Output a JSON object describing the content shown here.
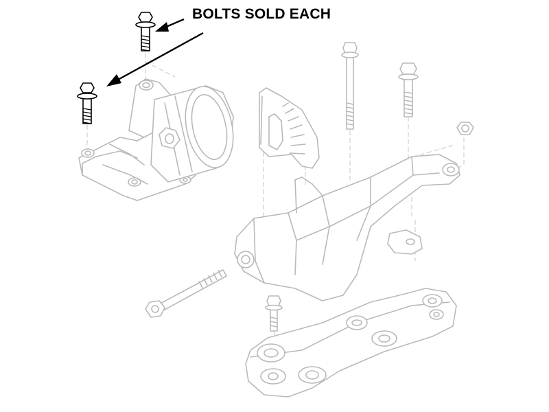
{
  "callout": {
    "text": "BOLTS SOLD EACH"
  },
  "colors": {
    "highlight": "#000000",
    "part_outline": "#b9b9b9",
    "background": "#ffffff"
  },
  "parts": [
    {
      "name": "engine-mount-bracket",
      "highlighted": false
    },
    {
      "name": "mount-bolt-upper",
      "highlighted": true
    },
    {
      "name": "mount-bolt-lower",
      "highlighted": true
    },
    {
      "name": "long-bolt-top",
      "highlighted": false
    },
    {
      "name": "stud-bolt-right",
      "highlighted": false
    },
    {
      "name": "flange-nut",
      "highlighted": false
    },
    {
      "name": "heat-shield-plate",
      "highlighted": false
    },
    {
      "name": "mount-arm-bracket",
      "highlighted": false
    },
    {
      "name": "through-bolt",
      "highlighted": false
    },
    {
      "name": "small-bolt-lower",
      "highlighted": false
    },
    {
      "name": "base-bracket",
      "highlighted": false
    }
  ]
}
